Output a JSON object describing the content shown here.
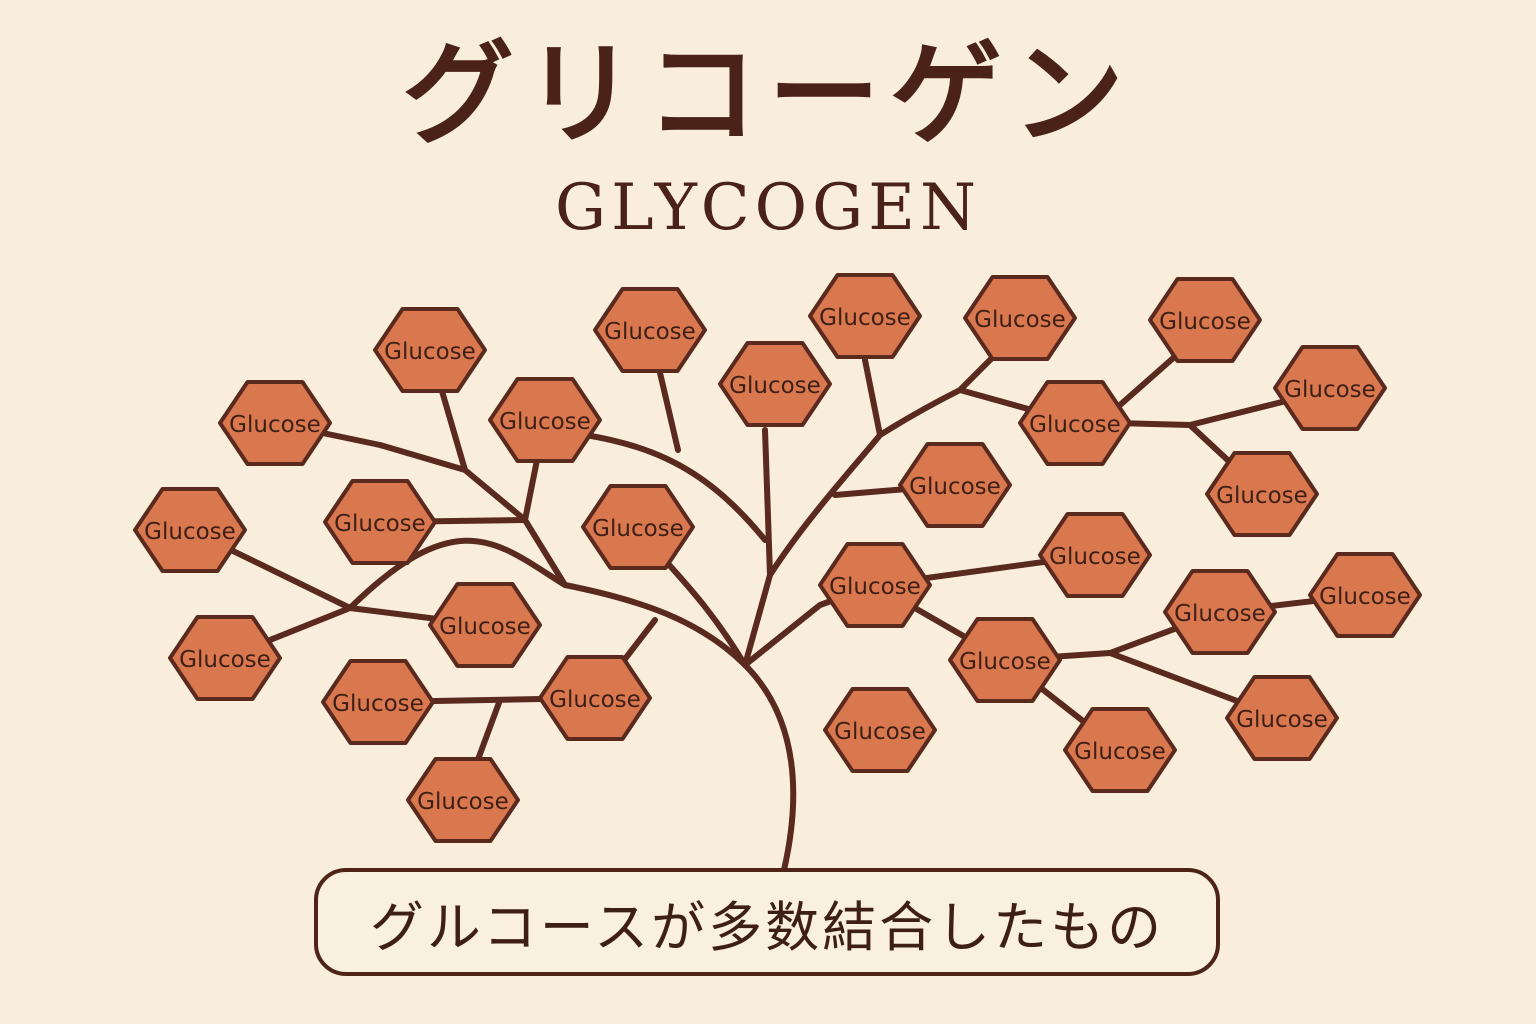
{
  "title": {
    "japanese": "グリコーゲン",
    "english": "GLYCOGEN"
  },
  "caption": "グルコースが多数結合したもの",
  "colors": {
    "background": "#f9eedc",
    "branch": "#5a2a1e",
    "hexagon_fill": "#d9784f",
    "hexagon_stroke": "#5a2a1e",
    "text": "#4a2218"
  },
  "glucose_label": "Glucose",
  "glucose_count": 30
}
